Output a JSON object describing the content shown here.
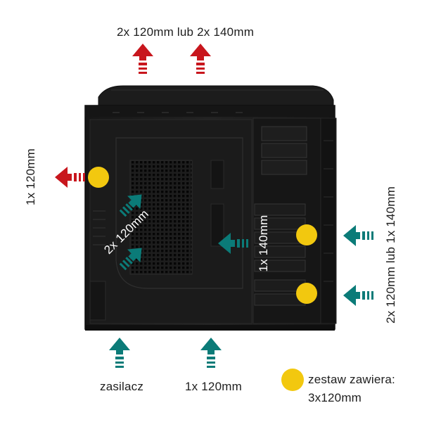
{
  "labels": {
    "top_exhaust": "2x 120mm lub 2x 140mm",
    "rear_exhaust": "1x 120mm",
    "side_panel": "2x 120mm",
    "mid_inner": "1x 140mm",
    "front_intake": "2x 120mm lub 1x 140mm",
    "bottom_psu": "zasilacz",
    "bottom_fan": "1x 120mm",
    "legend_line1": "zestaw zawiera:",
    "legend_line2": "3x120mm"
  },
  "colors": {
    "exhaust_arrow": "#c8161d",
    "intake_arrow": "#0b7b78",
    "included_fan_marker": "#f2c80f",
    "case_body": "#1a1a1a"
  },
  "icons": {
    "exhaust": "arrow-exhaust-icon",
    "intake": "arrow-intake-icon",
    "fan_marker": "fan-marker-icon"
  }
}
